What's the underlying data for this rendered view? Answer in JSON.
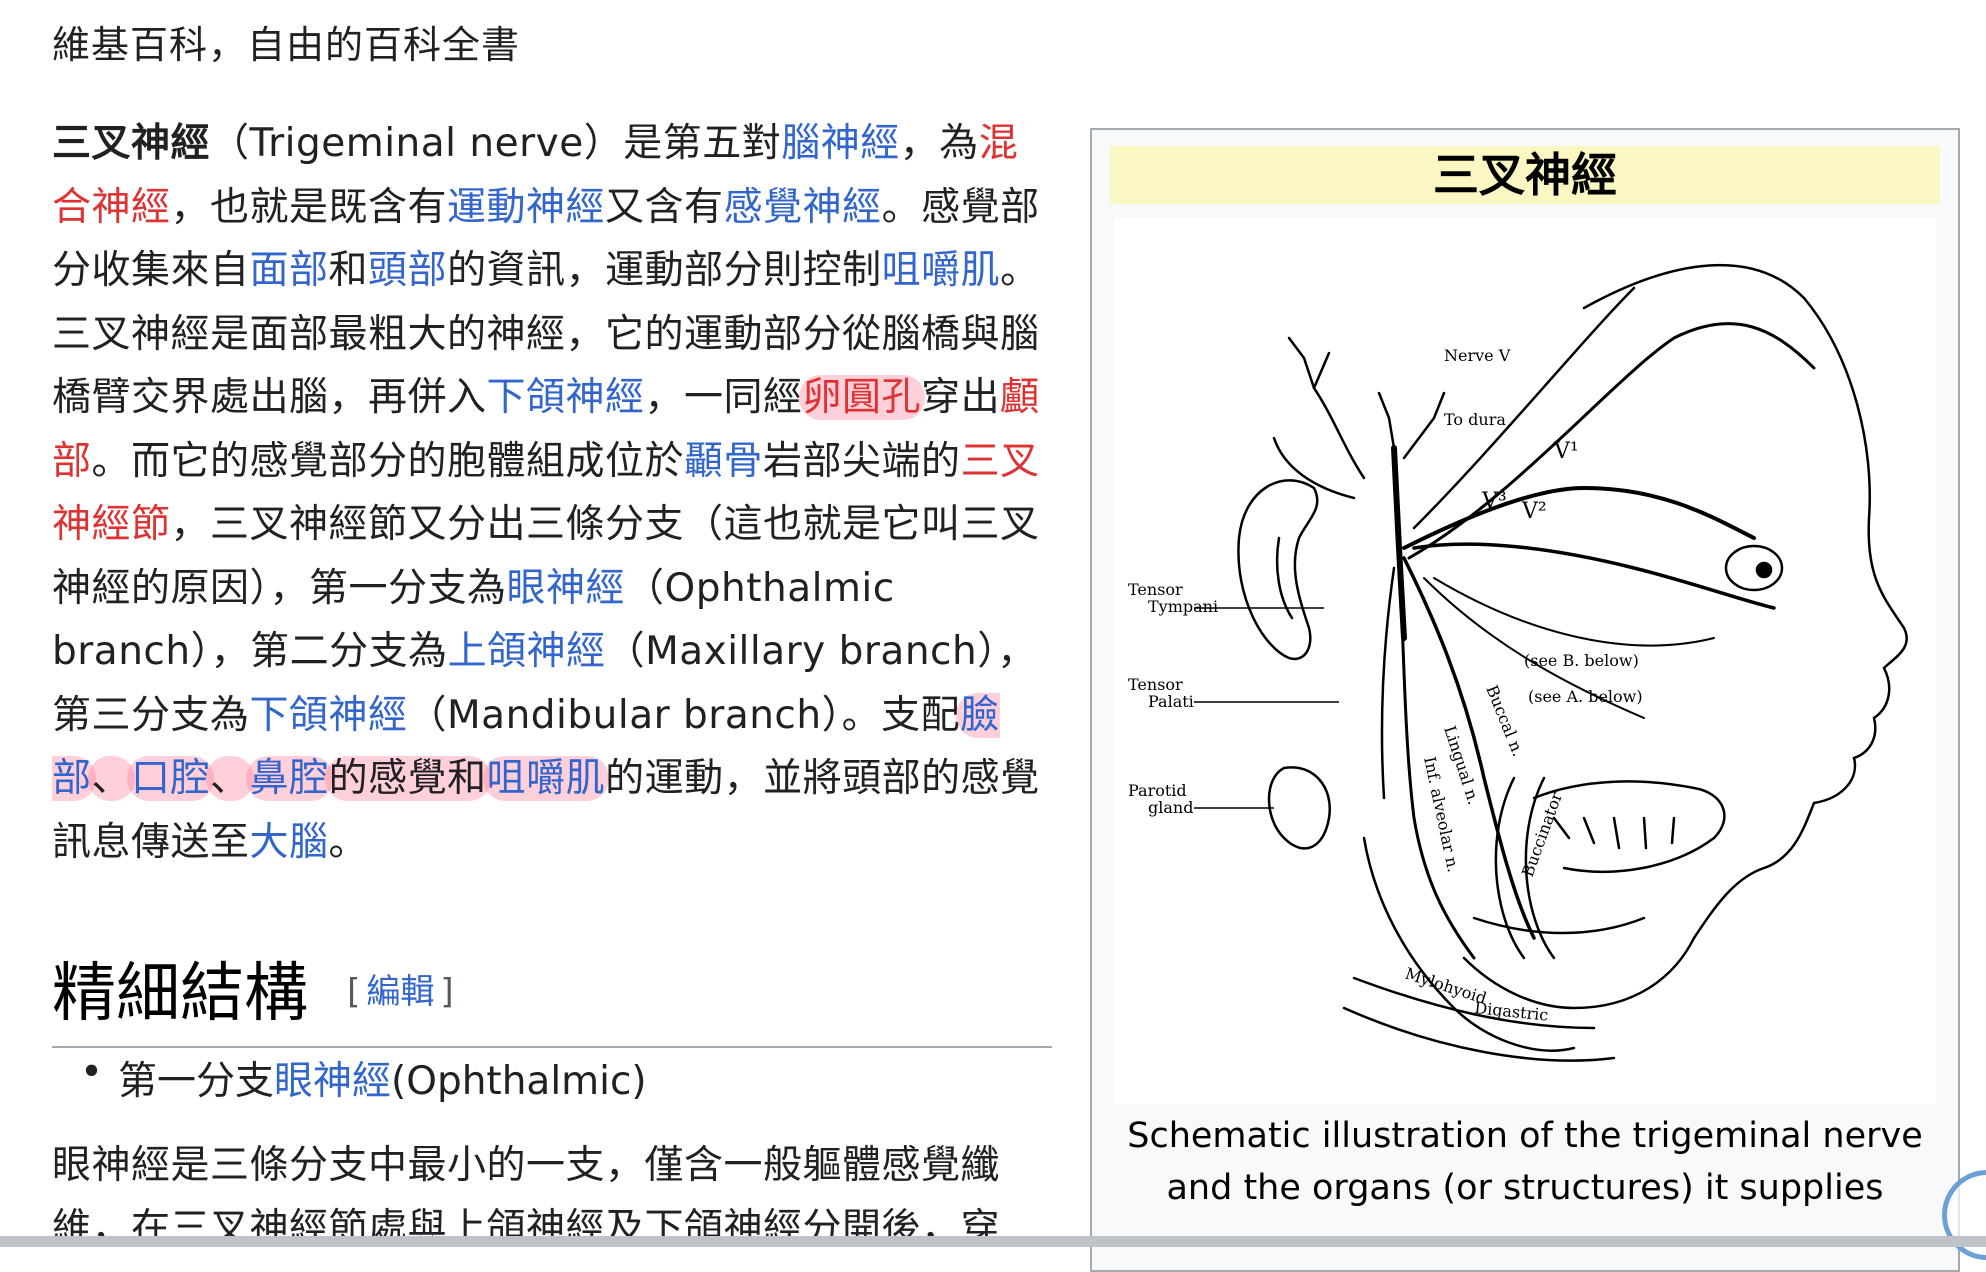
{
  "page": {
    "tagline": "維基百科，自由的百科全書"
  },
  "article": {
    "p1": {
      "term": "三叉神經",
      "t1": "（Trigeminal nerve）是第五對",
      "l1": "腦神經",
      "t2": "，為",
      "r1": "混合神經",
      "t3": "，也就是既含有",
      "l2": "運動神經",
      "t4": "又含有",
      "l3": "感覺神經",
      "t5": "。感覺部分收集來自",
      "l4": "面部",
      "t6": "和",
      "l5": "頭部",
      "t7": "的資訊，運動部分則控制",
      "l6": "咀嚼肌",
      "t8": "。三叉神經是面部最粗大的神經，它的運動部分從腦橋與腦橋臂交界處出腦，再併入",
      "l7": "下頜神經",
      "t9": "，一同經",
      "r2": "卵圓孔",
      "t10": "穿出",
      "r3": "顱部",
      "t11": "。而它的感覺部分的胞體組成位於",
      "l8": "顳骨",
      "t12": "岩部尖端的",
      "r4": "三叉神經節",
      "t13": "，三叉神經節又分出三條分支（這也就是它叫三叉神經的原因），第一分支為",
      "l9": "眼神經",
      "t14": "（Ophthalmic branch），第二分支為",
      "l10": "上頜神經",
      "t15": "（Maxillary branch），第三分支為",
      "l11": "下頜神經",
      "t16": "（Mandibular branch）。支配",
      "l12": "臉部",
      "t17": "、",
      "l13": "口腔",
      "t18": "、",
      "l14": "鼻腔",
      "t19": "的感覺和",
      "l15": "咀嚼肌",
      "t20": "的運動，並將頭部的感覺訊息傳送至",
      "l16": "大腦",
      "t21": "。"
    },
    "section": {
      "heading": "精細結構",
      "edit_open": "[",
      "edit_label": "編輯",
      "edit_close": "]"
    },
    "bullet1": {
      "pre": "第一分支",
      "link": "眼神經",
      "post": "(Ophthalmic)"
    },
    "p2": {
      "text": "眼神經是三條分支中最小的一支，僅含一般軀體感覺纖維，在三叉神經節處與上頜神經及下頜神經分開後，穿"
    }
  },
  "infobox": {
    "title": "三叉神經",
    "caption_line1": "Schematic illustration of the trigeminal nerve",
    "caption_line2": "and the organs (or structures) it supplies",
    "diagram_labels": {
      "nerve_v": "Nerve V",
      "to_dura": "To dura",
      "v1": "V¹",
      "v2": "V²",
      "v3": "V³",
      "tensor_tympani_1": "Tensor",
      "tensor_tympani_2": "Tympani",
      "tensor_palati_1": "Tensor",
      "tensor_palati_2": "Palati",
      "parotid_1": "Parotid",
      "parotid_2": "gland",
      "see_b": "(see B. below)",
      "see_a": "(see A. below)",
      "lingual": "Lingual n.",
      "buccal": "Buccal n.",
      "inf_alveolar": "Inf. alveolar n.",
      "buccinator": "Buccinator",
      "mylohyoid": "Mylohyoid",
      "digastric": "Digastric"
    }
  },
  "colors": {
    "link": "#3366cc",
    "redlink": "#dd3333",
    "highlight": "#ff7896",
    "infobox_title_bg": "#fbf7c2"
  }
}
